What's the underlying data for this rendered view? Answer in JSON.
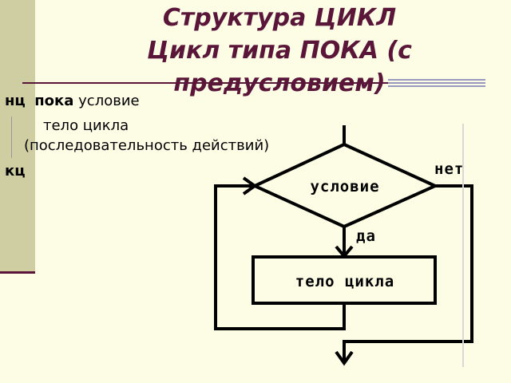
{
  "title_line1": "Структура ЦИКЛ",
  "title_line2": "Цикл типа ПОКА (с предусловием)",
  "code": {
    "begin_kw": "нц",
    "while_kw": "пока",
    "condition": "условие",
    "body": "тело цикла",
    "body_note": "(последовательность действий)",
    "end_kw": "кц"
  },
  "flowchart": {
    "condition_label": "условие",
    "body_label": "тело цикла",
    "yes_label": "да",
    "no_label": "нет"
  }
}
